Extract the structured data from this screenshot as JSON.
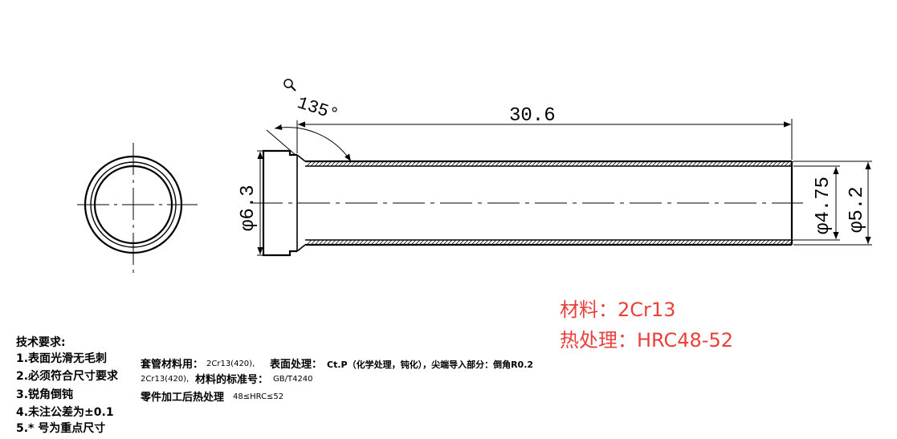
{
  "colors": {
    "line": "#000000",
    "material": "#e8403a"
  },
  "icons": {
    "zoom": "magnifier-icon"
  },
  "dimensions": {
    "length": "30.6",
    "angle": "135°",
    "flange_diameter": "φ6.3",
    "inner_diameter": "φ4.75",
    "outer_diameter": "φ5.2"
  },
  "material_info": {
    "material": "材料：2Cr13",
    "heat_treatment": "热处理：HRC48-52"
  },
  "tech_requirements": {
    "heading": "技术要求:",
    "items": [
      "1.表面光滑无毛刺",
      "2.必须符合尺寸要求",
      "3.锐角倒钝",
      "4.未注公差为±0.1",
      "5.* 号为重点尺寸"
    ]
  },
  "process_notes": {
    "line1a": "套管材料用：",
    "line1b": "2Cr13(420),",
    "line1c": "表面处理：",
    "line1d": "Ct.P（化学处理，钝化），尖端导入部分：倒角R0.2",
    "line2a": "2Cr13(420),",
    "line2b": "材料的标准号：",
    "line2c": "GB/T4240",
    "line3a": "零件加工后热处理",
    "line3b": "48≤HRC≤52"
  }
}
